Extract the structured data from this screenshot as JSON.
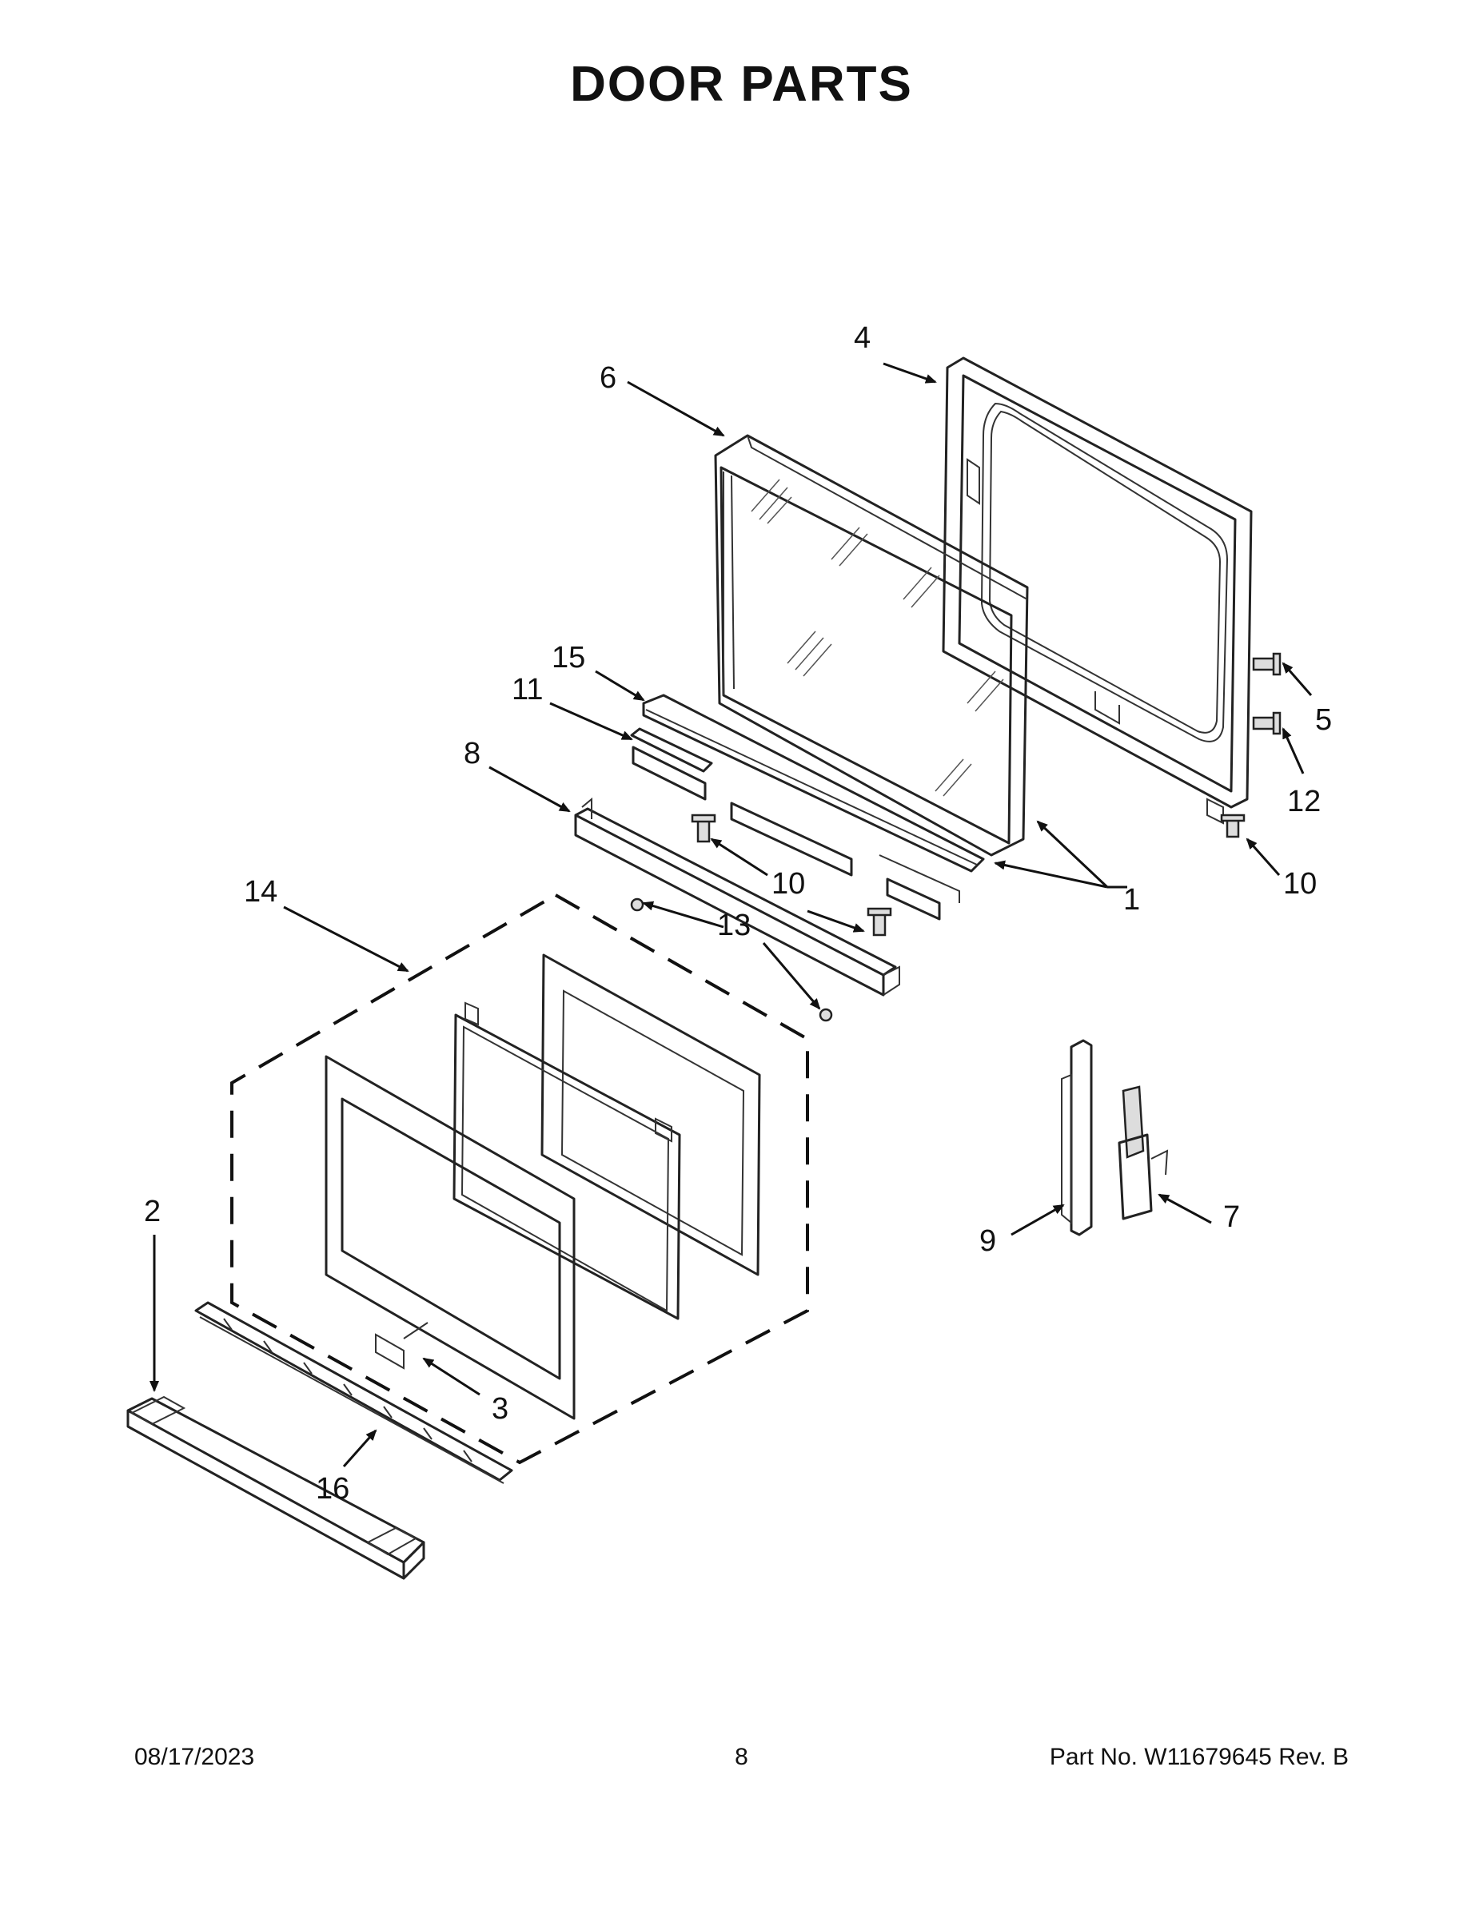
{
  "title": "DOOR PARTS",
  "footer": {
    "date": "08/17/2023",
    "page": "8",
    "part_no": "Part No.  W11679645  Rev.  B"
  },
  "callouts": {
    "c1": "1",
    "c2": "2",
    "c3": "3",
    "c4": "4",
    "c5": "5",
    "c6": "6",
    "c7": "7",
    "c8": "8",
    "c9": "9",
    "c10a": "10",
    "c10b": "10",
    "c11": "11",
    "c12": "12",
    "c13": "13",
    "c14": "14",
    "c15": "15",
    "c16": "16"
  }
}
